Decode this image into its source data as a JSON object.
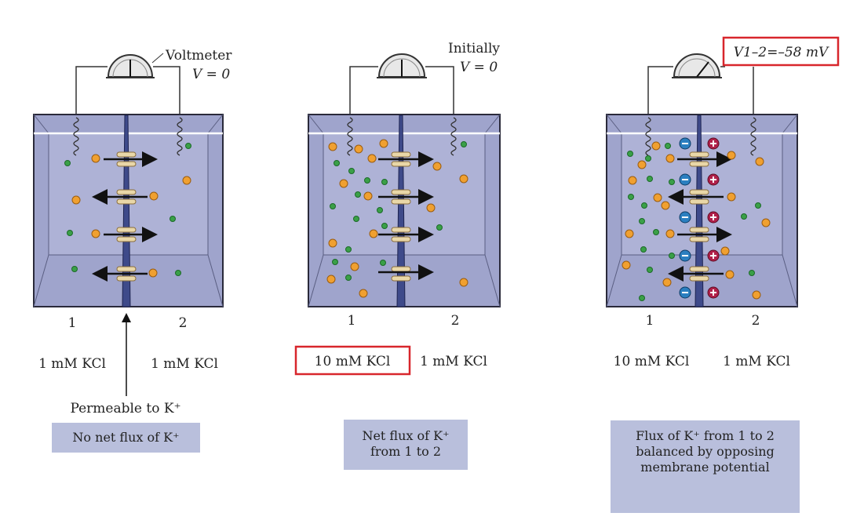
{
  "panels": [
    {
      "id": "p1",
      "meter_label_1": "Voltmeter",
      "meter_label_2": "V = 0",
      "side1_number": "1",
      "side2_number": "2",
      "side1_conc": "1 mM KCl",
      "side2_conc": "1 mM KCl",
      "permeable_label": "Permeable to K⁺",
      "caption": "No net flux of K⁺"
    },
    {
      "id": "p2",
      "meter_label_1": "Initially",
      "meter_label_2": "V = 0",
      "side1_number": "1",
      "side2_number": "2",
      "side1_conc": "10 mM KCl",
      "side2_conc": "1 mM KCl",
      "caption": "Net flux of K⁺ from 1 to 2"
    },
    {
      "id": "p3",
      "meter_label_1": "V1–2=–58 mV",
      "side1_number": "1",
      "side2_number": "2",
      "side1_conc": "10 mM KCl",
      "side2_conc": "1 mM KCl",
      "caption": "Flux of K⁺ from 1 to 2 balanced by opposing membrane potential"
    }
  ],
  "colors": {
    "tank_fill": "#9fa4cc",
    "tank_edge": "#2a2a3a",
    "membrane": "#3e4a8a",
    "potassium": "#f0a030",
    "chloride": "#3aa048",
    "highlight": "#d8262c",
    "caption_bg": "#b9bfdc"
  }
}
